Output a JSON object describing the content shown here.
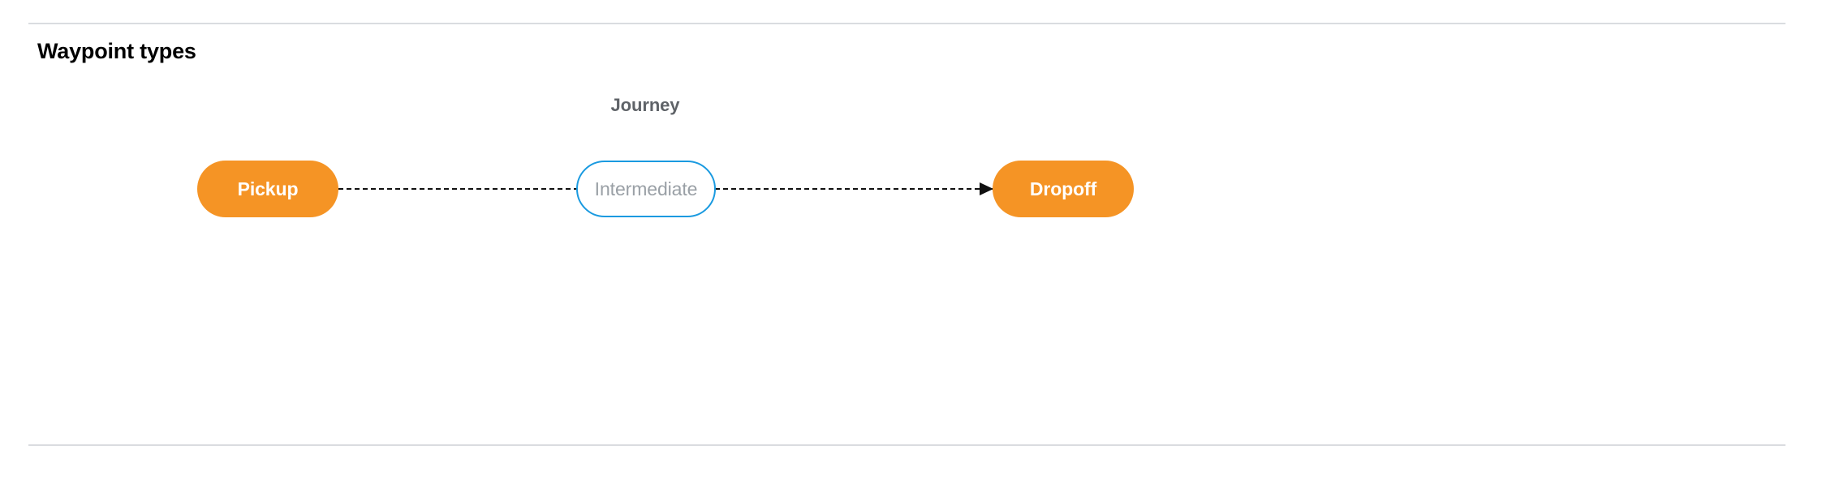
{
  "section": {
    "title": "Waypoint types"
  },
  "diagram": {
    "group_label": "Journey",
    "nodes": [
      {
        "id": "pickup",
        "label": "Pickup",
        "kind": "terminal",
        "fill": "#f59425",
        "text_color": "#ffffff"
      },
      {
        "id": "intermediate",
        "label": "Intermediate",
        "kind": "intermediate",
        "fill": "#ffffff",
        "border_color": "#1a9ae0",
        "text_color": "#9aa0a6"
      },
      {
        "id": "dropoff",
        "label": "Dropoff",
        "kind": "terminal",
        "fill": "#f59425",
        "text_color": "#ffffff"
      }
    ],
    "connectors": [
      {
        "id": "pickup-to-intermediate",
        "style": "dashed",
        "color": "#111111",
        "arrowhead": false
      },
      {
        "id": "intermediate-to-dropoff",
        "style": "dashed",
        "color": "#111111",
        "arrowhead": true
      }
    ]
  },
  "theme": {
    "background": "#ffffff",
    "divider_color": "#dadce0",
    "title_color": "#000000",
    "group_label_color": "#5f6368"
  }
}
